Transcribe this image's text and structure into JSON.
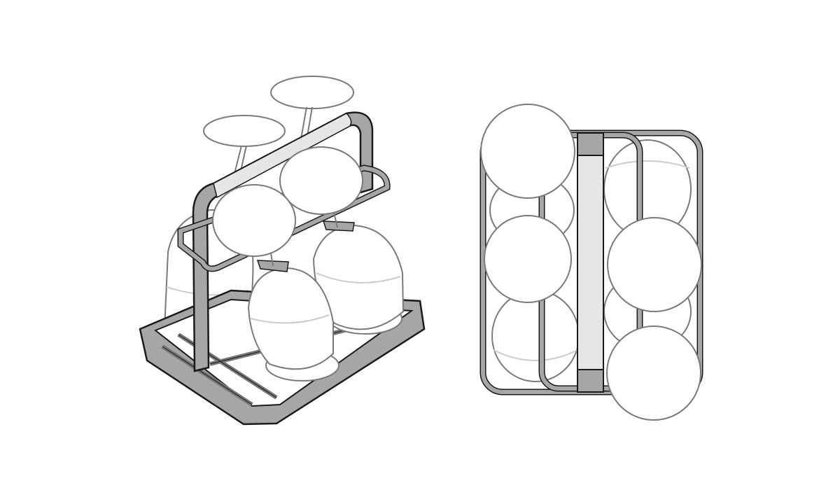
{
  "colors": {
    "background": "#ffffff",
    "frame_fill": "#a6a6a6",
    "frame_stroke": "#1a1a1a",
    "handle_fill": "#e6e6e6",
    "glass_fill": "#ffffff",
    "glass_stroke": "#7a7a7a"
  },
  "views": [
    {
      "name": "isometric-view",
      "glasses": 4
    },
    {
      "name": "top-view",
      "glasses": 4
    }
  ]
}
